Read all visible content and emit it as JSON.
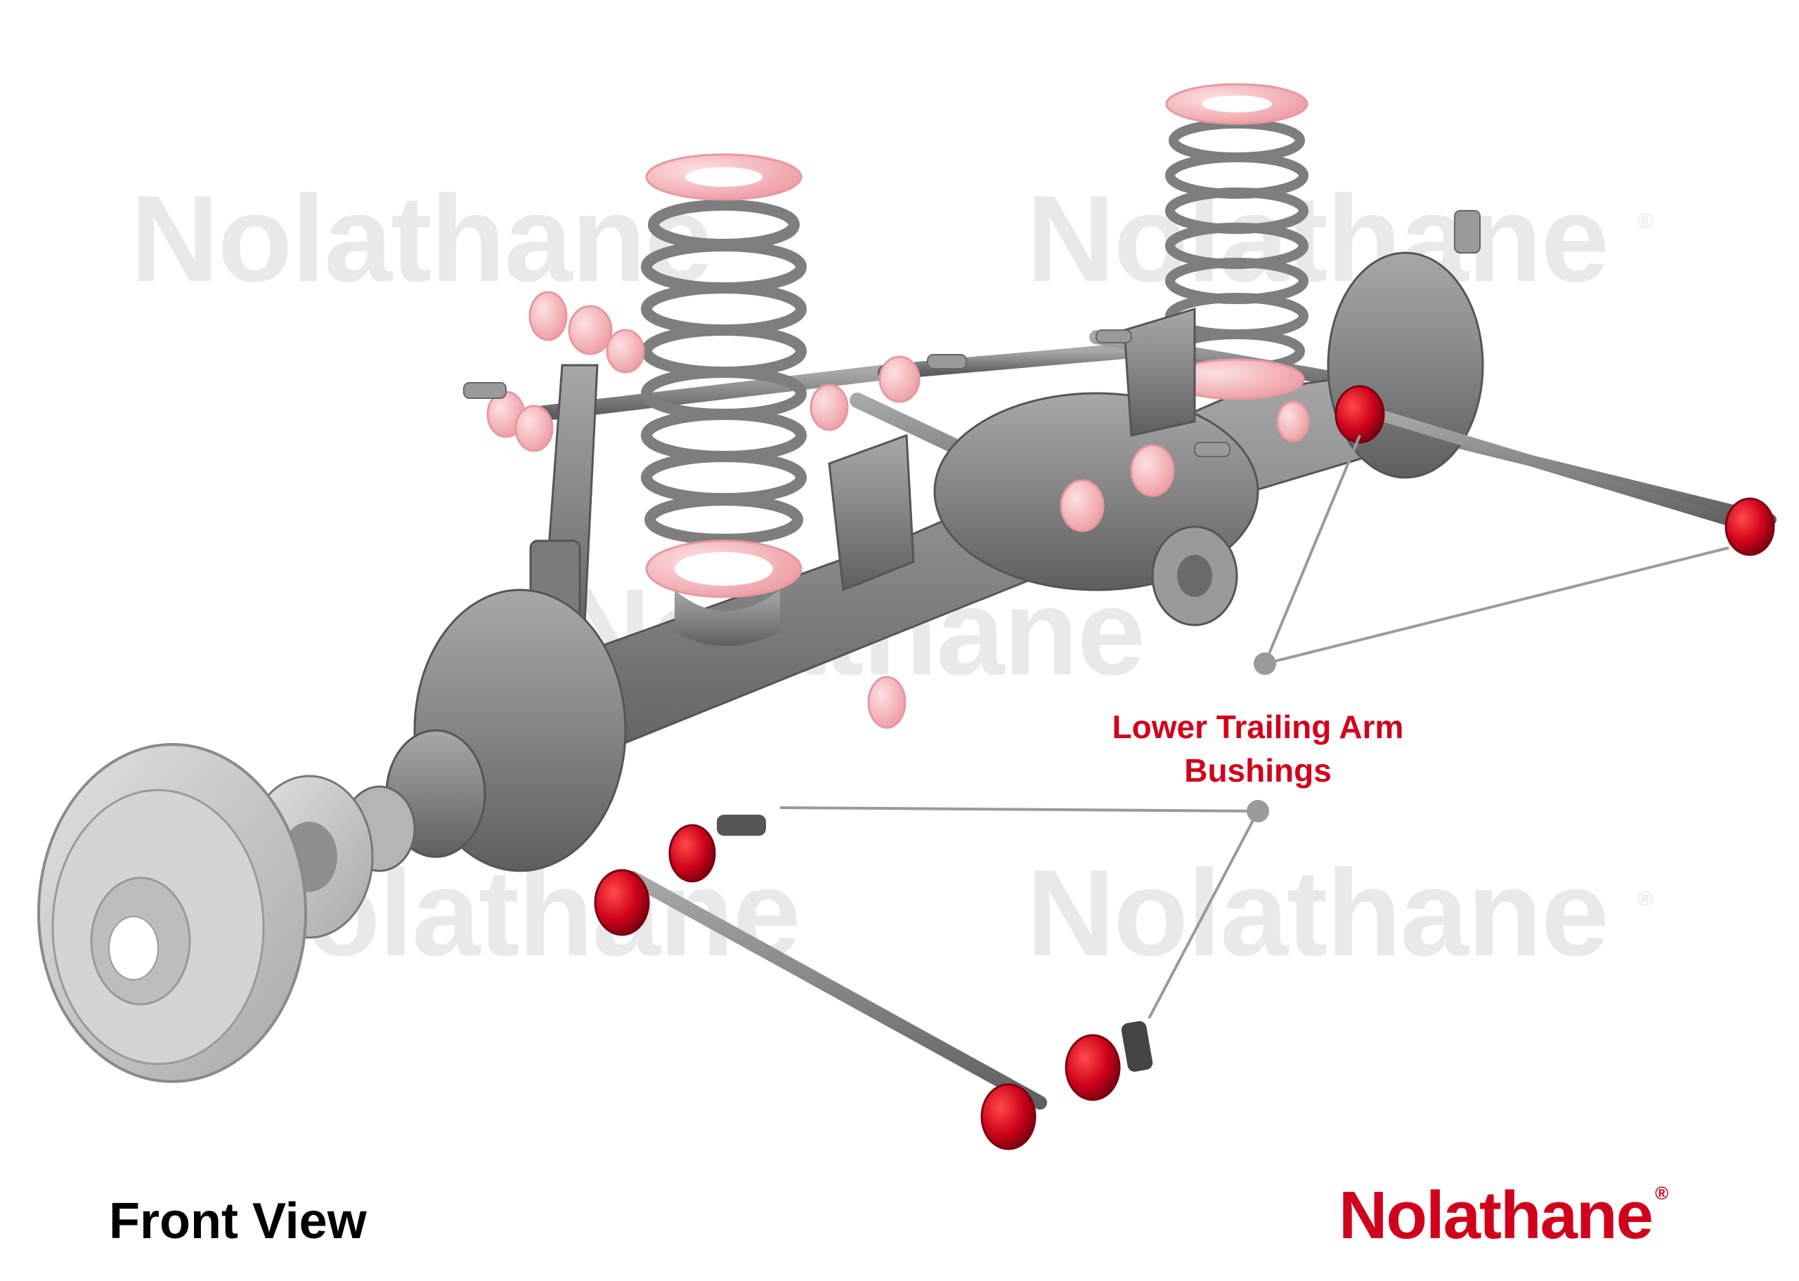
{
  "watermark": {
    "text": "Nolathane",
    "registered_mark": "®"
  },
  "callout": {
    "title_line1": "Lower Trailing Arm",
    "title_line2": "Bushings",
    "color": "#d0021b"
  },
  "view_label": "Front View",
  "brand": {
    "name": "Nolathane",
    "registered_mark": "®",
    "color": "#d0021b"
  },
  "colors": {
    "metal": "#8a8a8a",
    "pink_bush": "#f4b8bd",
    "red_bush": "#d0021b",
    "rotor": "#c9c9c9"
  }
}
